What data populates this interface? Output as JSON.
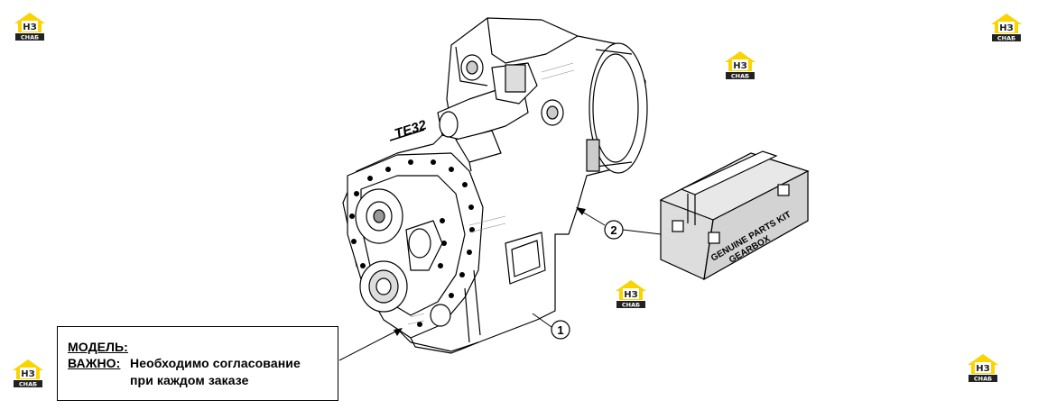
{
  "diagram": {
    "model_label": "TE32",
    "callouts": [
      {
        "number": "1"
      },
      {
        "number": "2"
      }
    ],
    "box_kit_label_line1": "GENUINE PARTS KIT",
    "box_kit_label_line2": "GEARBOX"
  },
  "note": {
    "model_label": "МОДЕЛЬ:",
    "important_label": "ВАЖНО:",
    "important_text_line1": "Необходимо согласование",
    "important_text_line2": "при каждом заказе"
  },
  "watermark": {
    "logo_letters": "НЗ",
    "logo_sub": "СНАБ",
    "colors": {
      "roof": "#f2b705",
      "body": "#fbd400",
      "text": "#222222"
    }
  }
}
